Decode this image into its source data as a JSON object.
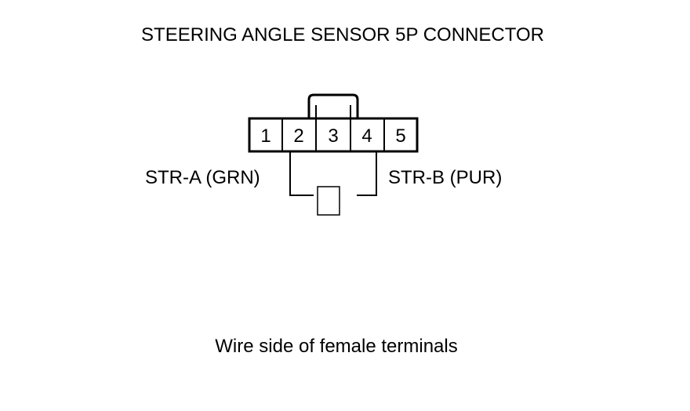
{
  "title": "STEERING ANGLE SENSOR 5P CONNECTOR",
  "connector": {
    "pins": [
      "1",
      "2",
      "3",
      "4",
      "5"
    ]
  },
  "wires": {
    "left": "STR-A (GRN)",
    "right": "STR-B (PUR)"
  },
  "caption": "Wire side of female terminals"
}
